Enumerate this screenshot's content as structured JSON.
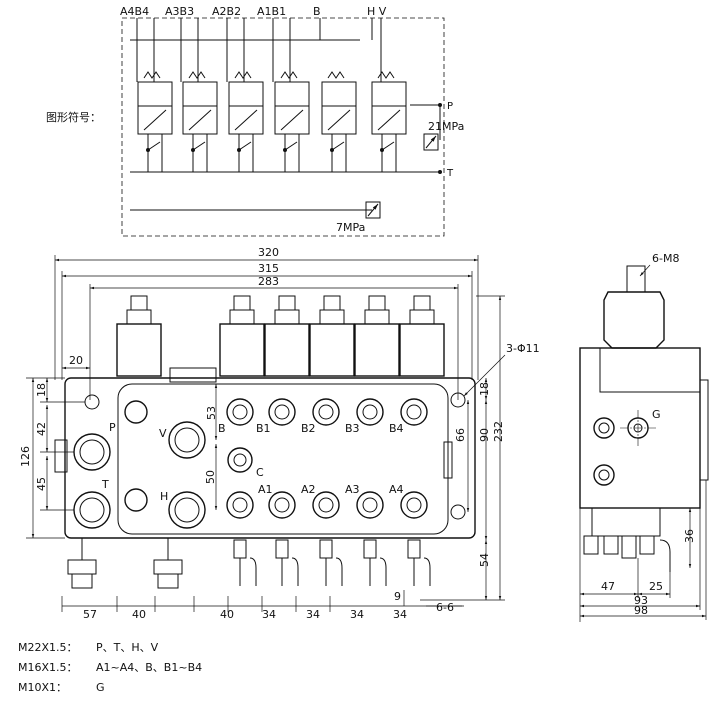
{
  "schematic": {
    "port_labels": [
      "A4B4",
      "A3B3",
      "A2B2",
      "A1B1",
      "B",
      "H V"
    ],
    "left_caption": "图形符号：",
    "side_labels": [
      "P",
      "T"
    ],
    "relief_main": "21MPa",
    "relief_secondary": "7MPa"
  },
  "front_view": {
    "overall_dims": [
      "320",
      "315",
      "283"
    ],
    "left_offset": "20",
    "hole_callout": "3-Φ11",
    "left_vertical_dims": [
      "18",
      "42",
      "126",
      "45"
    ],
    "inner_vertical_dims": [
      "53",
      "50"
    ],
    "right_vertical_dims": [
      "18",
      "66",
      "90",
      "232",
      "54"
    ],
    "bottom_dims": [
      "57",
      "40",
      "40",
      "34",
      "34",
      "34",
      "34"
    ],
    "small_dims": [
      "9",
      "6-6"
    ],
    "port_names": {
      "P": "P",
      "V": "V",
      "T": "T",
      "H": "H",
      "C": "C",
      "B_row": [
        "B",
        "B1",
        "B2",
        "B3",
        "B4"
      ],
      "A_row": [
        "A1",
        "A2",
        "A3",
        "A4"
      ]
    }
  },
  "side_view": {
    "thread_callout": "6-M8",
    "port_label": "G",
    "dims": [
      "36",
      "47",
      "25",
      "93",
      "98"
    ]
  },
  "notes": [
    {
      "thread": "M22X1.5：",
      "ports": "P、T、H、V"
    },
    {
      "thread": "M16X1.5：",
      "ports": "A1~A4、B、B1~B4"
    },
    {
      "thread": "M10X1：",
      "ports": "G"
    }
  ]
}
